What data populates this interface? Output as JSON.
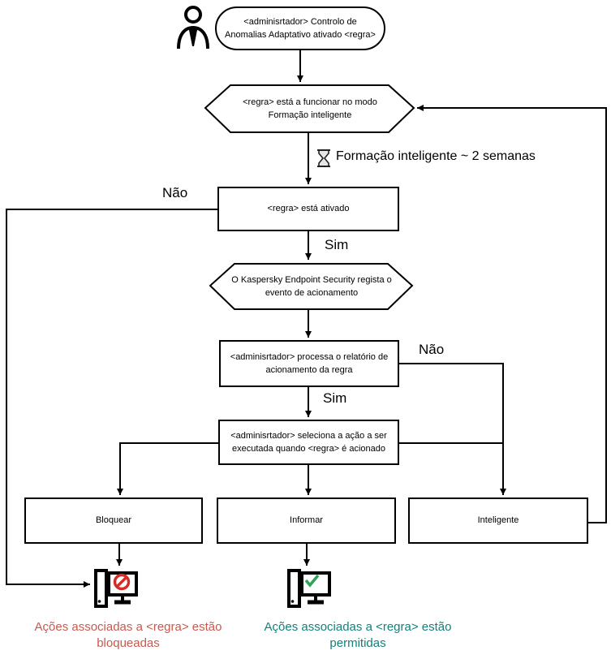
{
  "nodes": {
    "start": "<adminisrtador> Controlo de Anomalias Adaptativo ativado <regra>",
    "training_mode_check": "<regra> está a funcionar no modo Formação inteligente",
    "training_duration_note": "Formação inteligente ~ 2 semanas",
    "rule_enabled_check": "<regra> está ativado",
    "kes_logs_event": "O Kaspersky Endpoint Security regista o evento de acionamento",
    "admin_processes_report": "<adminisrtador> processa o relatório de acionamento da regra",
    "admin_selects_action": "<adminisrtador> seleciona a ação a ser executada quando <regra> é acionado",
    "action_block": "Bloquear",
    "action_inform": "Informar",
    "action_smart": "Inteligente",
    "result_blocked": "Ações associadas a <regra> estão bloqueadas",
    "result_allowed": "Ações associadas a <regra> estão permitidas"
  },
  "edge_labels": {
    "no_1": "Não",
    "yes_1": "Sim",
    "no_2": "Não",
    "yes_2": "Sim"
  },
  "colors": {
    "line": "#000000",
    "blocked_text": "#c85950",
    "allowed_text": "#14807a",
    "prohibition_red": "#d22d26",
    "check_green": "#2fa258",
    "hourglass_sand": "#e6e6e6"
  },
  "icons": {
    "user": "user-icon",
    "hourglass": "hourglass-icon",
    "blocked_computer": "blocked-computer-icon",
    "allowed_computer": "allowed-computer-icon"
  }
}
